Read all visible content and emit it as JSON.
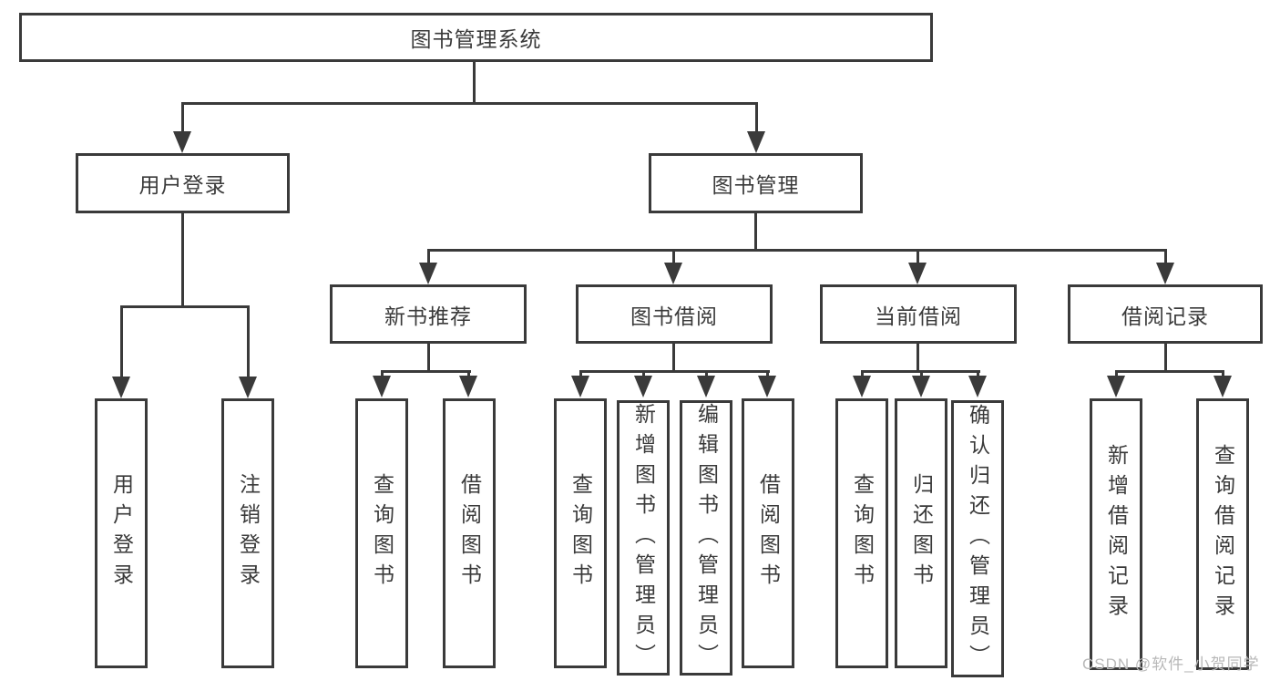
{
  "diagram": {
    "type": "tree",
    "title": "图书管理系统",
    "colors": {
      "line": "#3a3a3a",
      "text": "#3a3a3a",
      "watermark": "#b8b8b8",
      "background": "#ffffff"
    },
    "root": {
      "label": "图书管理系统"
    },
    "level2": [
      {
        "label": "用户登录"
      },
      {
        "label": "图书管理"
      }
    ],
    "level3": [
      {
        "label": "新书推荐",
        "parent": "图书管理"
      },
      {
        "label": "图书借阅",
        "parent": "图书管理"
      },
      {
        "label": "当前借阅",
        "parent": "图书管理"
      },
      {
        "label": "借阅记录",
        "parent": "图书管理"
      }
    ],
    "leaves": {
      "user_login": [
        "用户登录",
        "注销登录"
      ],
      "new_book": [
        "查询图书",
        "借阅图书"
      ],
      "book_borrow": [
        "查询图书",
        "新增图书（管理员）",
        "编辑图书（管理员）",
        "借阅图书"
      ],
      "current_borrow": [
        "查询图书",
        "归还图书",
        "确认归还（管理员）"
      ],
      "borrow_records": [
        "新增借阅记录",
        "查询借阅记录"
      ]
    },
    "watermark": "CSDN @软件_小贺同学"
  }
}
